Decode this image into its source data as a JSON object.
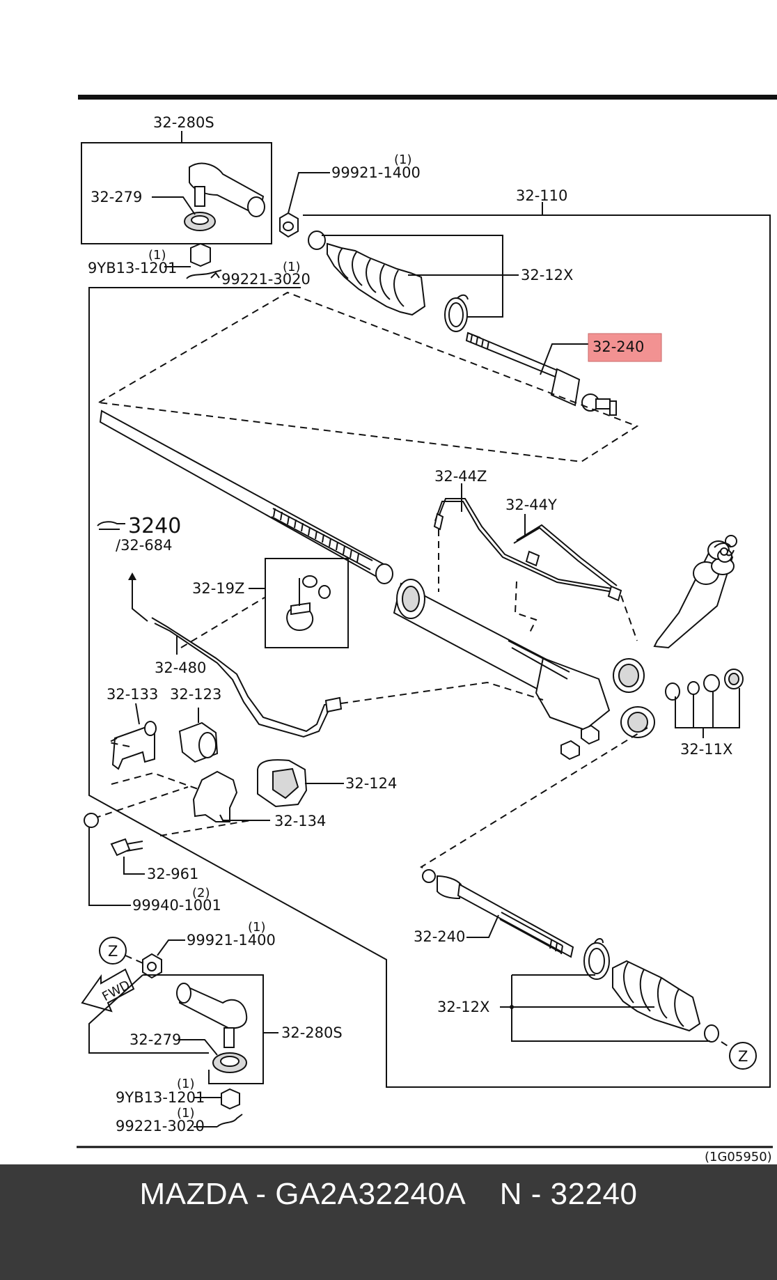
{
  "labels": {
    "tie_rod_end_assy_top": "32-280S",
    "ball_joint_top": "32-279",
    "nut_top": "99921-1400",
    "nut_top_qty": "(1)",
    "castle_nut_top": "9YB13-1201",
    "castle_nut_top_qty": "(1)",
    "cotter_pin_top": "99221-3020",
    "cotter_pin_top_qty": "(1)",
    "gear_assy": "32-110",
    "boot_kit_top": "32-12X",
    "inner_tie_rod_top": "32-240",
    "pipe_a": "32-44Z",
    "pipe_b": "32-44Y",
    "ref_arrow": "3240",
    "ref_sub": "/32-684",
    "clamp": "32-19Z",
    "return_pipe": "32-480",
    "bracket_a": "32-133",
    "bushing_a": "32-123",
    "bushing_b": "32-124",
    "bracket_b": "32-134",
    "seal_kit": "32-11X",
    "bolt": "32-961",
    "nut_mount": "99940-1001",
    "nut_mount_qty": "(2)",
    "inner_tie_rod_bottom": "32-240",
    "boot_kit_bottom": "32-12X",
    "nut_bottom": "99921-1400",
    "nut_bottom_qty": "(1)",
    "tie_rod_end_assy_bottom": "32-280S",
    "ball_joint_bottom": "32-279",
    "castle_nut_bottom": "9YB13-1201",
    "castle_nut_bottom_qty": "(1)",
    "cotter_pin_bottom": "99221-3020",
    "cotter_pin_bottom_qty": "(1)",
    "marker_z": "Z",
    "fwd": "FWD",
    "diagram_code": "(1G05950)"
  },
  "highlight": {
    "label": "32-240",
    "color": "#f08080"
  },
  "caption": "MAZDA - GA2A32240A    N - 32240",
  "colors": {
    "caption_bg": "#3a3a3a",
    "caption_text": "#ffffff",
    "ink": "#111111"
  }
}
